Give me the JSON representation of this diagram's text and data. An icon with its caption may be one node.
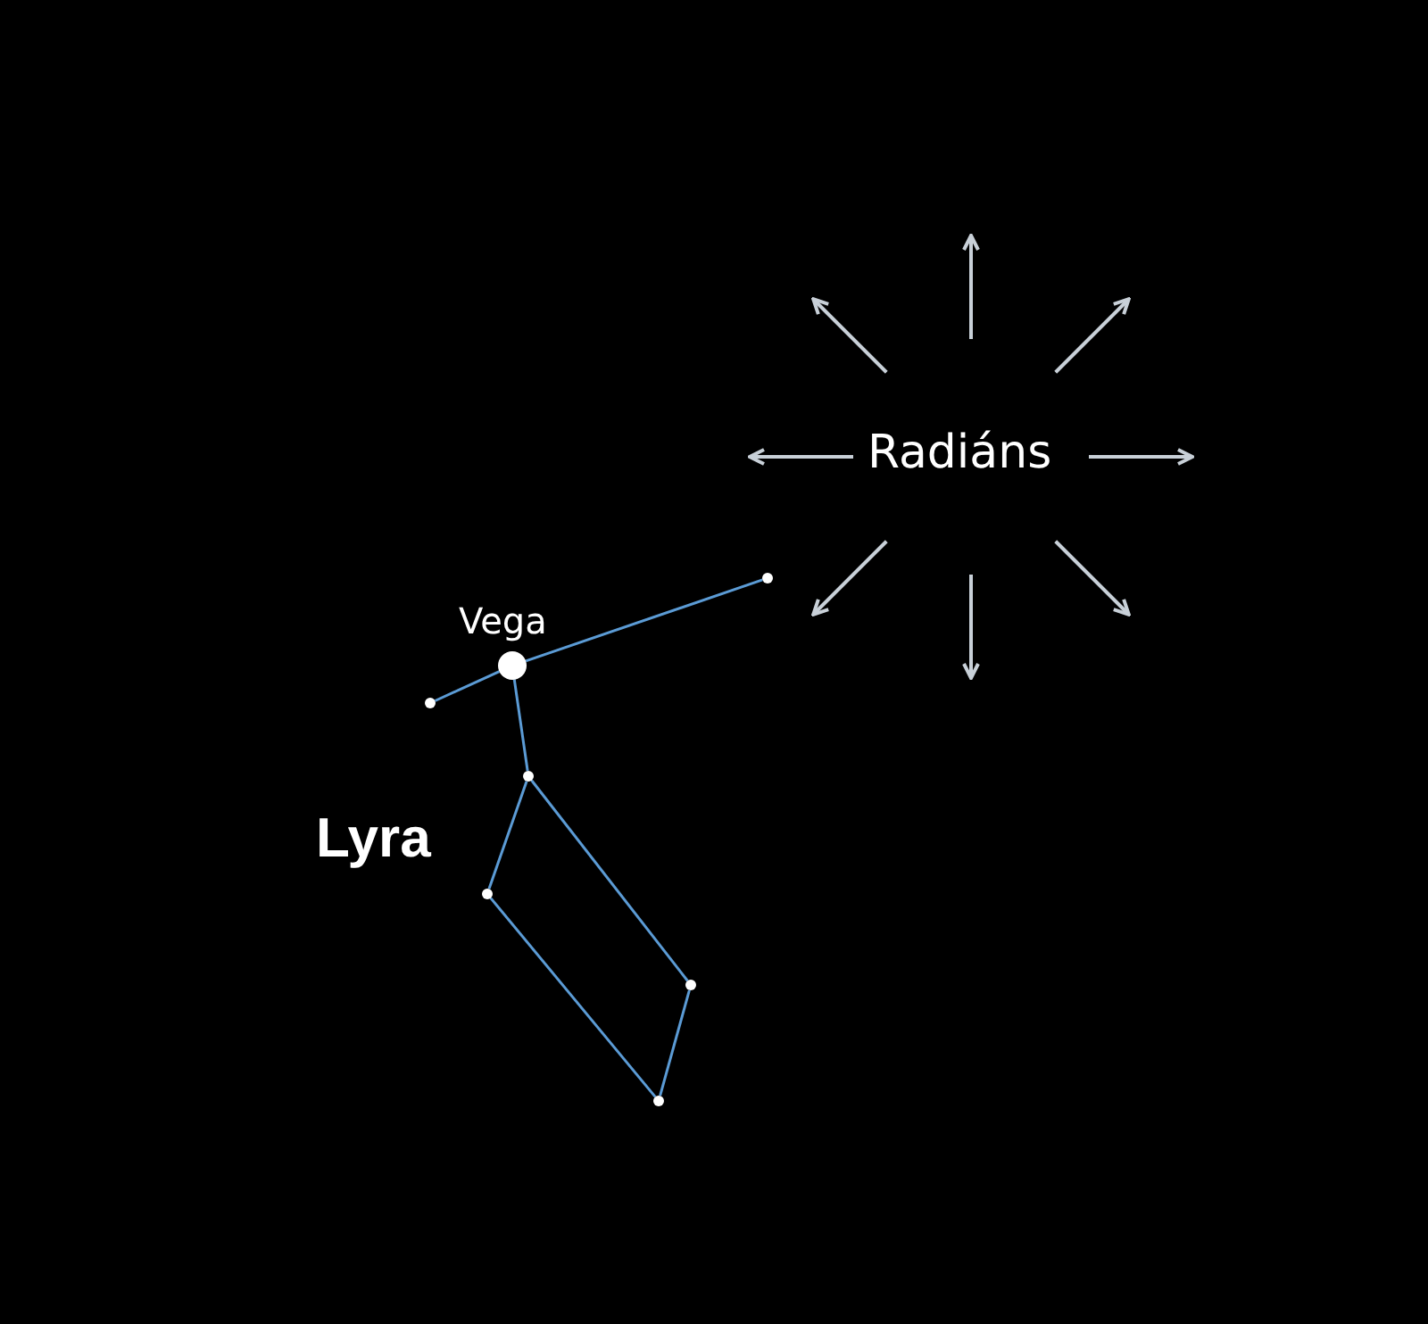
{
  "diagram": {
    "nodes": [
      {
        "text": [],
        "shape": "circle",
        "beside": [
          "Vega"
        ]
      },
      {
        "text": [],
        "shape": "circle"
      },
      {
        "text": [],
        "shape": "circle"
      },
      {
        "text": [],
        "shape": "circle"
      },
      {
        "text": [],
        "shape": "circle"
      },
      {
        "text": [],
        "shape": "circle"
      },
      {
        "text": [],
        "shape": "circle"
      }
    ],
    "edges": [
      {
        "from": 1,
        "to": 0,
        "arrow": "none"
      },
      {
        "from": 0,
        "to": 2,
        "arrow": "none"
      },
      {
        "from": 0,
        "to": 3,
        "arrow": "none"
      },
      {
        "from": 3,
        "to": 4,
        "arrow": "none"
      },
      {
        "from": 3,
        "to": 5,
        "arrow": "none"
      },
      {
        "from": 4,
        "to": 6,
        "arrow": "none"
      },
      {
        "from": 5,
        "to": 6,
        "arrow": "none"
      }
    ],
    "labels": [
      "Radiáns",
      "Lyra"
    ]
  }
}
